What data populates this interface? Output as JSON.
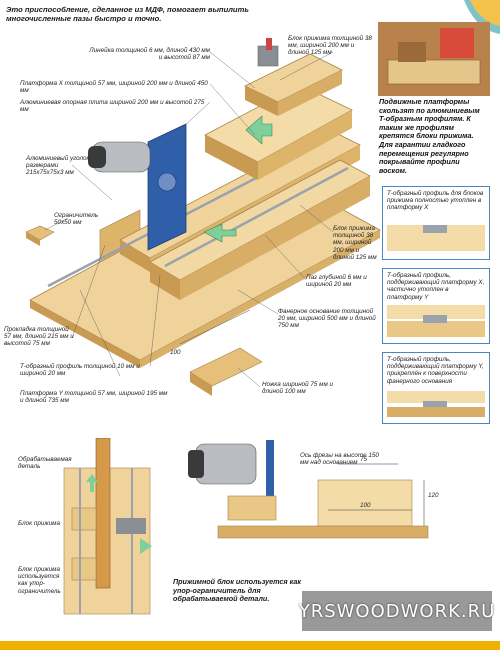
{
  "header": {
    "text": "Это приспособление, сделанное из МДФ, помогает выпилить многочисленные пазы быстро и точно."
  },
  "labels": {
    "ruler": "Линейка толщиной 6 мм, длиной 430 мм и высотой 87 мм",
    "platform_x": "Платформа X толщиной 57 мм, шириной 200 мм и длиной 450 мм",
    "plate": "Алюминиевая опорная плита шириной 200 мм и высотой 275 мм",
    "angle": "Алюминиевый уголок размерами 215х75х75х3 мм",
    "stop": "Ограничитель 50х50 мм",
    "spacer": "Прокладка толщиной 57 мм, длиной 215 мм и высотой 75 мм",
    "tprofile": "Т-образный профиль толщиной 10 мм и шириной 20 мм",
    "platform_y": "Платформа Y толщиной 57 мм, шириной 195 мм и длиной 735 мм",
    "clamp_top": "Блок прижима толщиной 38 мм, шириной 200 мм и длиной 125 мм",
    "clamp_right": "Блок прижима толщиной 38 мм, шириной 200 мм и длиной 125 мм",
    "groove": "Паз глубиной 6 мм и шириной 20 мм",
    "base": "Фанерное основание толщиной 20 мм, шириной 500 мм и длиной 750 мм",
    "foot": "Ножка шириной 75 мм и длиной 100 мм",
    "dim_100": "100"
  },
  "sidebar": {
    "caption": "Подвижные платформы скользят по алюминиевым Т-образным профилям. К таким же профилям крепятся блоки прижима. Для гарантии гладкого перемещения регулярно покрывайте профили воском.",
    "detail1": "Т-образный профиль для блоков прижима полностью утоплен в платформу X",
    "detail2": "Т-образный профиль, поддерживающий платформу X, частично утоплен в платформу Y",
    "detail3": "Т-образный профиль, поддерживающий платформу Y, прикреплён к поверхности фанерного основания"
  },
  "bottom": {
    "workpiece": "Обрабатываемая деталь",
    "clamp": "Блок прижима",
    "clamp_stop": "Блок прижима используется как упор-ограничитель",
    "note": "Прижимной блок используется как упор-ограничитель для обрабатываемой детали.",
    "axis": "Ось фрезы на высоте 150 мм над основанием",
    "dim_75": "75",
    "dim_100": "100",
    "dim_120": "120"
  },
  "watermark": "YRSWOODWORK.RU",
  "colors": {
    "wood": "#e9c887",
    "wood_dark": "#c99a52",
    "plate": "#2f5fa8",
    "orange_box": "#f2a23a",
    "arrow": "#7ecf9a",
    "bar": "#f0b000"
  }
}
